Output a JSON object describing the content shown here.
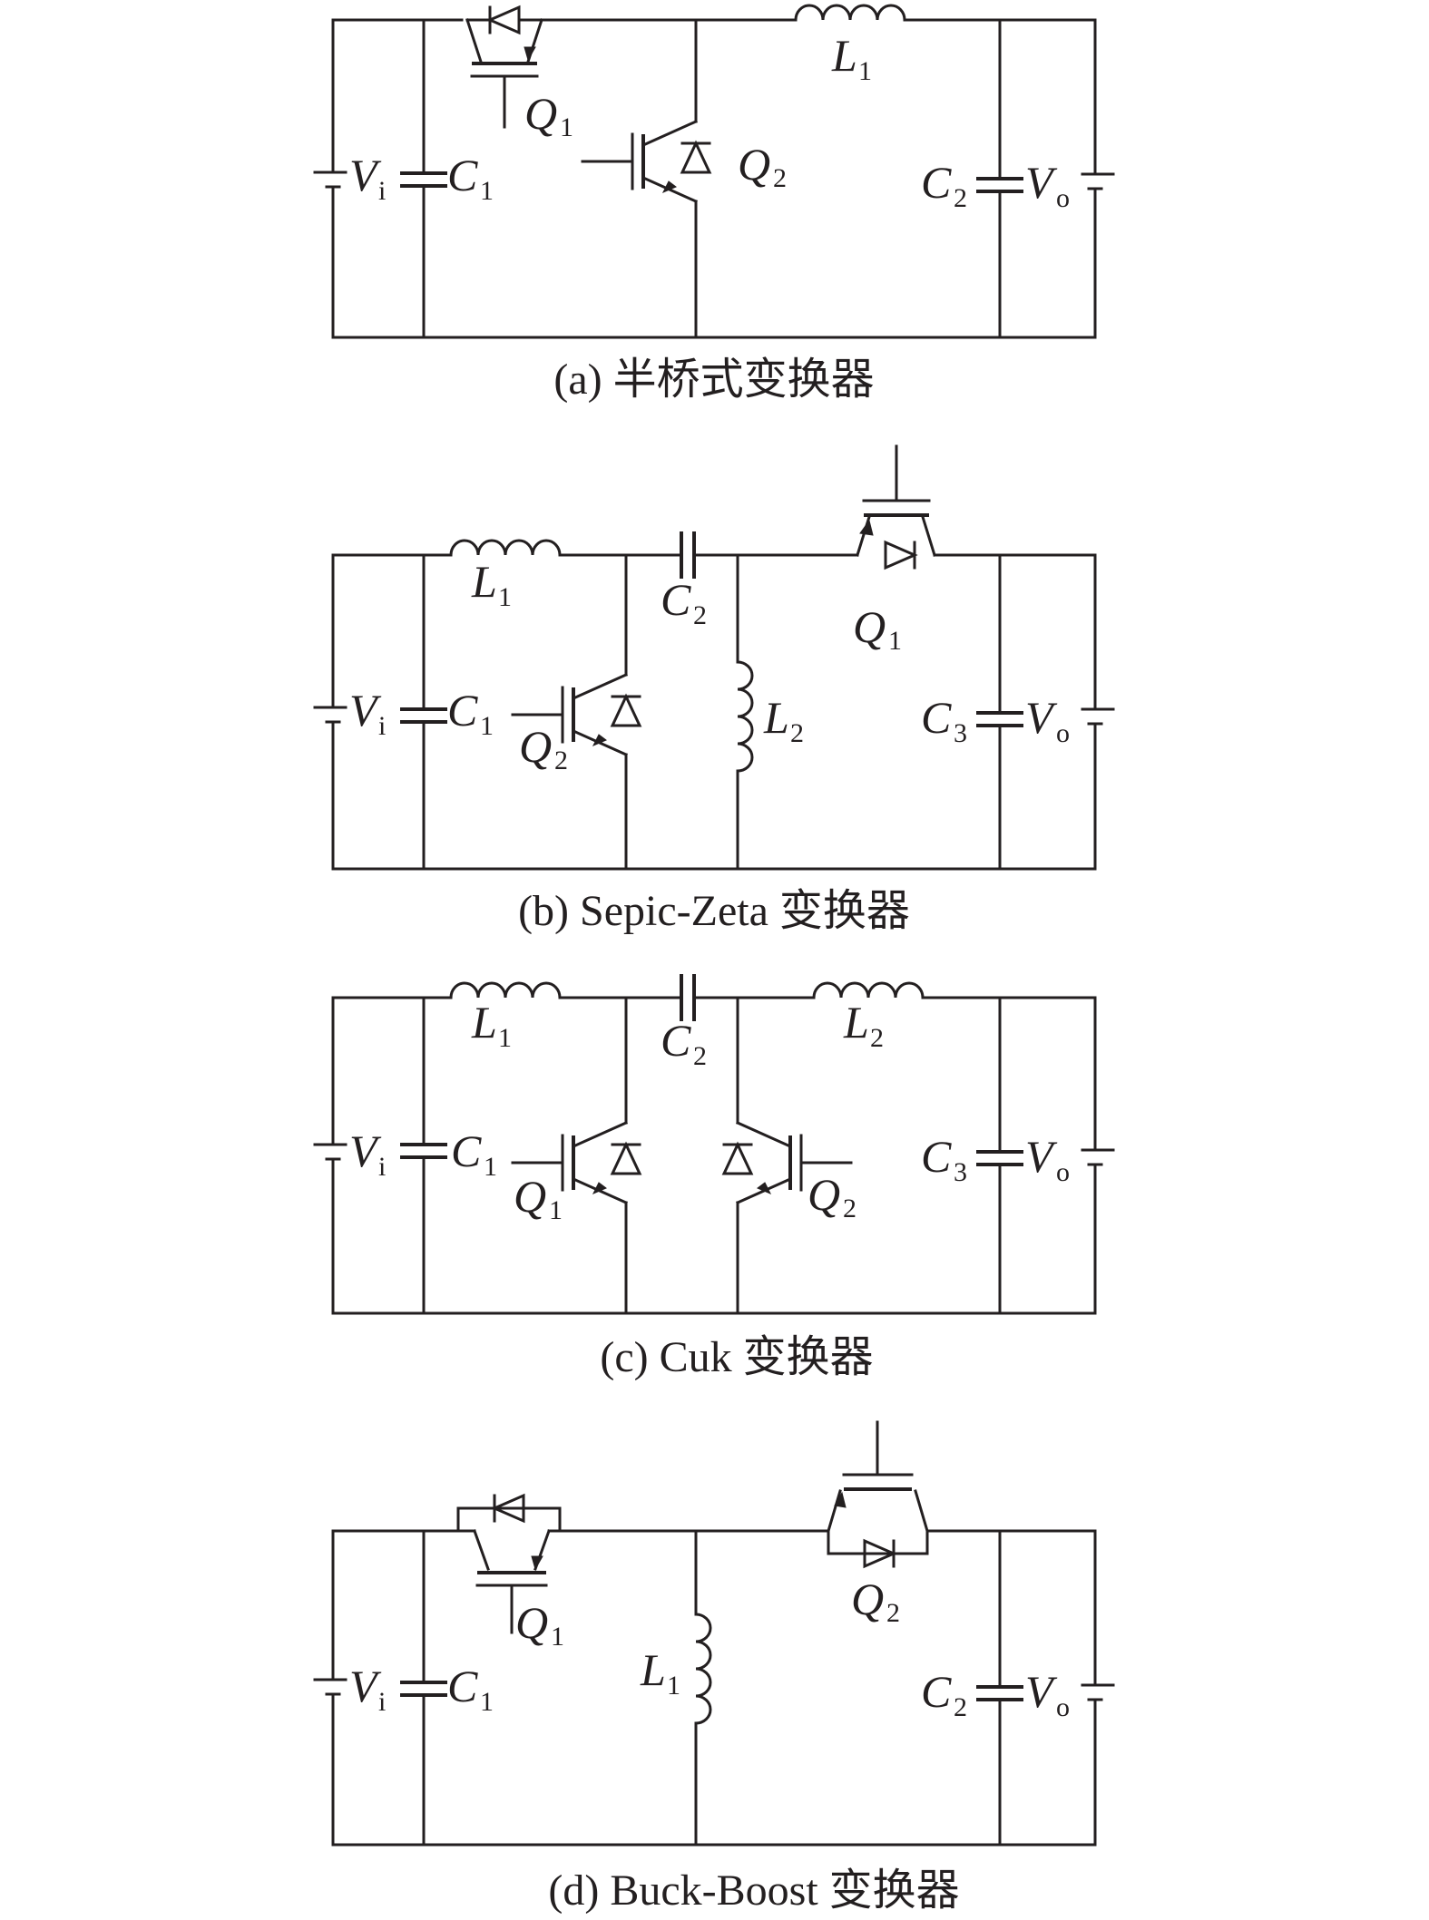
{
  "captions": {
    "a": "(a) 半桥式变换器",
    "b": "(b) Sepic-Zeta 变换器",
    "c": "(c) Cuk 变换器",
    "d": "(d) Buck-Boost 变换器"
  },
  "symbols": {
    "V": "V",
    "C": "C",
    "L": "L",
    "Q": "Q",
    "sub_i": "i",
    "sub_o": "o",
    "sub_1": "1",
    "sub_2": "2",
    "sub_3": "3"
  }
}
